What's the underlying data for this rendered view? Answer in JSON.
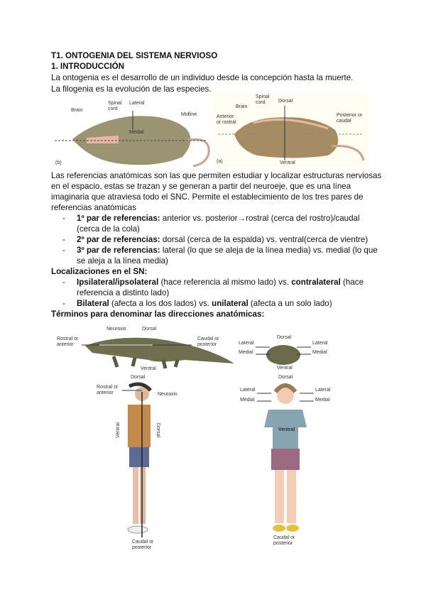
{
  "heading": {
    "title": "T1. ONTOGENIA DEL SISTEMA NERVIOSO",
    "section": "1. INTRODUCCIÓN"
  },
  "intro": [
    "La ontogenia es el desarrollo de un individuo desde la concepción hasta la muerte.",
    "La filogenia es la evolución de las especies."
  ],
  "figure_rat_top": {
    "panel": "(b)",
    "labels": {
      "brain": "Brain",
      "spinal_cord": "Spinal cord",
      "lateral": "Lateral",
      "medial": "Medial",
      "midline": "Midline"
    }
  },
  "figure_rat_side": {
    "panel": "(a)",
    "labels": {
      "brain": "Brain",
      "spinal_cord": "Spinal cord",
      "dorsal": "Dorsal",
      "anterior": "Anterior or rostral",
      "posterior": "Posterior or caudal",
      "ventral": "Ventral"
    }
  },
  "paragraph": [
    "Las referencias anatómicas son las que permiten estudiar y localizar estructuras nerviosas",
    "en el espacio, estas se trazan y se generan a partir del neuroeje, que es una línea",
    "imaginaria que atraviesa todo el SNC. Permite el establecimiento de los tres pares de",
    "referencias anatómicas"
  ],
  "pairs": [
    {
      "bold": "1º par de referencias:",
      "text": " anterior vs. posterior→rostral (cerca del rostro)/caudal (cerca de la cola)"
    },
    {
      "bold": "2º par de referencias:",
      "text": " dorsal (cerca de la espalda) vs. ventral(cerca de vientre)"
    },
    {
      "bold": "3º par de referencias:",
      "text": " lateral (lo que se aleja de la línea media) vs. medial (lo que se aleja a la línea media)"
    }
  ],
  "localizaciones": {
    "title": "Localizaciones en el SN:",
    "items": [
      {
        "b1": "Ipsilateral/ipsolateral",
        "t1": " (hace referencia al mismo lado) vs. ",
        "b2": "contralateral",
        "t2": " (hace referencia a distinto lado)"
      },
      {
        "b1": "Bilateral",
        "t1": " (afecta a los dos lados) vs. ",
        "b2": "unilateral",
        "t2": " (afecta a un solo lado)"
      }
    ]
  },
  "terminos_title": "Términos para denominar las direcciones anatómicas:",
  "figure_directions": {
    "croc": {
      "neuraxis": "Neuraxis",
      "dorsal": "Dorsal",
      "rostral": "Rostral or anterior",
      "caudal": "Caudal or posterior",
      "ventral": "Ventral"
    },
    "toad": {
      "dorsal": "Dorsal",
      "lateral_l": "Lateral",
      "lateral_r": "Lateral",
      "medial_l": "Medial",
      "medial_r": "Medial",
      "ventral": "Ventral"
    },
    "man": {
      "dorsal_top": "Dorsal",
      "rostral": "Rostral or anterior",
      "neuraxis": "Neuraxis",
      "ventral": "Ventral",
      "dorsal": "Dorsal",
      "caudal": "Caudal or posterior"
    },
    "woman": {
      "dorsal": "Dorsal",
      "lateral_l": "Lateral",
      "lateral_r": "Lateral",
      "medial_l": "Medial",
      "medial_r": "Medial",
      "ventral": "Ventral",
      "caudal": "Caudal or posterior"
    }
  }
}
